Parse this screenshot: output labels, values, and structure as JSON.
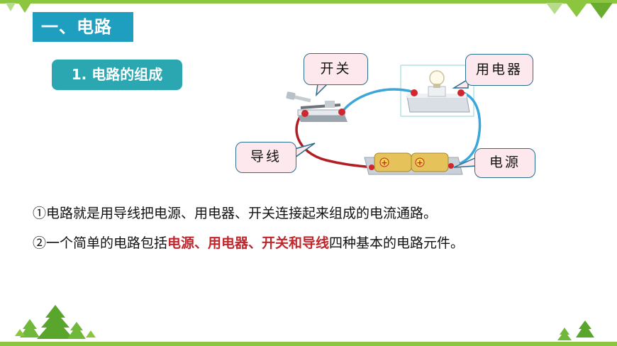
{
  "section": {
    "title": "一、电路"
  },
  "subsection": {
    "title": "1. 电路的组成"
  },
  "diagram": {
    "labels": {
      "switch": "开关",
      "appliance": "用电器",
      "wire": "导线",
      "source": "电源"
    },
    "battery_symbol": "+"
  },
  "paragraphs": {
    "p1": "①电路就是用导线把电源、用电器、开关连接起来组成的电流通路。",
    "p2_before": "②一个简单的电路包括",
    "p2_highlight": "电源、用电器、开关和导线",
    "p2_after": "四种基本的电路元件。"
  },
  "colors": {
    "accent_blue": "#1f9fc0",
    "teal": "#2aa7b0",
    "highlight_red": "#c0272d",
    "border_green": "#8cc63f"
  }
}
